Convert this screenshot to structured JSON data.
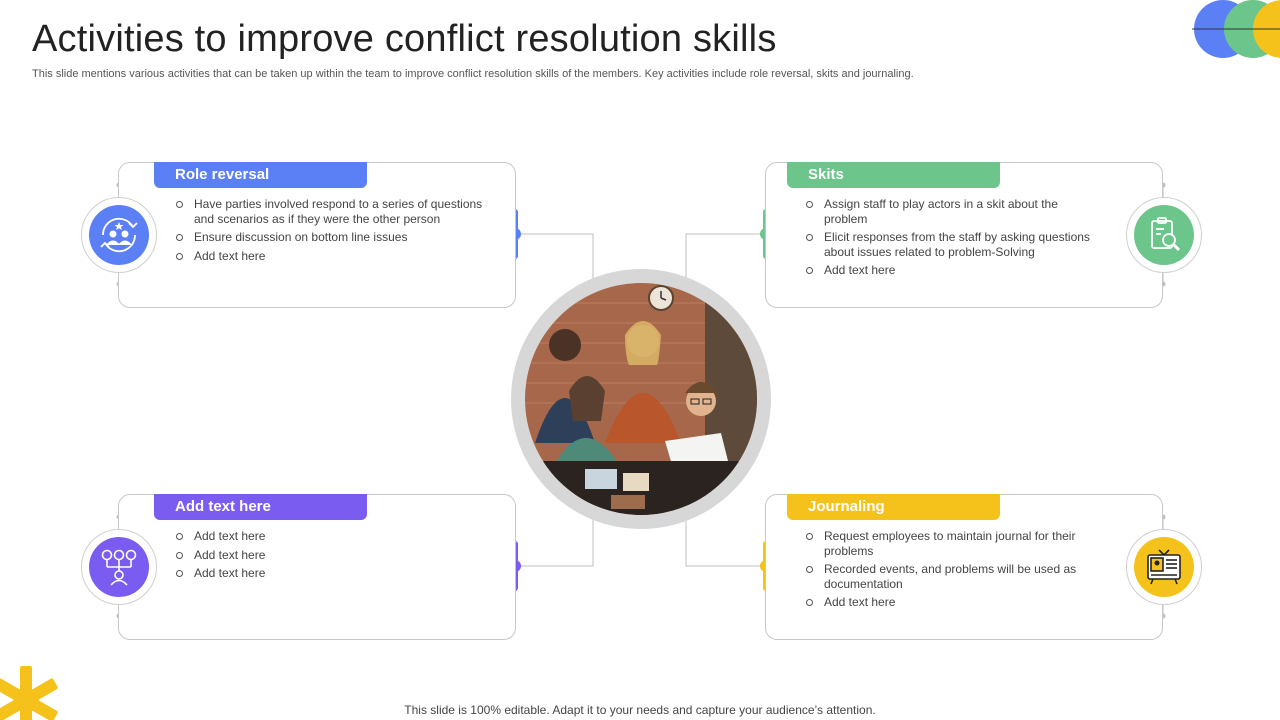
{
  "title": "Activities to improve conflict resolution skills",
  "subtitle": "This slide mentions various activities that can be taken up within the team to improve conflict resolution skills of the members. Key activities include role reversal, skits and journaling.",
  "footer": "This slide is 100% editable. Adapt it to your needs and capture your audience’s attention.",
  "colors": {
    "blue": "#5b7ff5",
    "green": "#6cc58a",
    "purple": "#7b5cf0",
    "yellow": "#f5c21b",
    "connector": "#bfbfbf"
  },
  "cards": [
    {
      "id": "role-reversal",
      "header": "Role reversal",
      "icon": "team-rating-icon",
      "bullets": [
        "Have parties involved respond to a series of questions and scenarios as if they were the other person",
        "Ensure discussion on bottom line issues",
        "Add text here"
      ]
    },
    {
      "id": "skits",
      "header": "Skits",
      "icon": "clipboard-magnifier-icon",
      "bullets": [
        "Assign staff to play actors in a skit about the problem",
        "Elicit responses from the staff by asking questions about issues related to problem-Solving",
        "Add text here"
      ]
    },
    {
      "id": "add-text",
      "header": "Add text here",
      "icon": "people-network-icon",
      "bullets": [
        "Add text here",
        "Add text here",
        "Add text here"
      ]
    },
    {
      "id": "journaling",
      "header": "Journaling",
      "icon": "journal-board-icon",
      "bullets": [
        "Request employees to maintain journal for their problems",
        "Recorded events, and problems will be used as documentation",
        "Add text here"
      ]
    }
  ],
  "center_image": "team-meeting-photo"
}
